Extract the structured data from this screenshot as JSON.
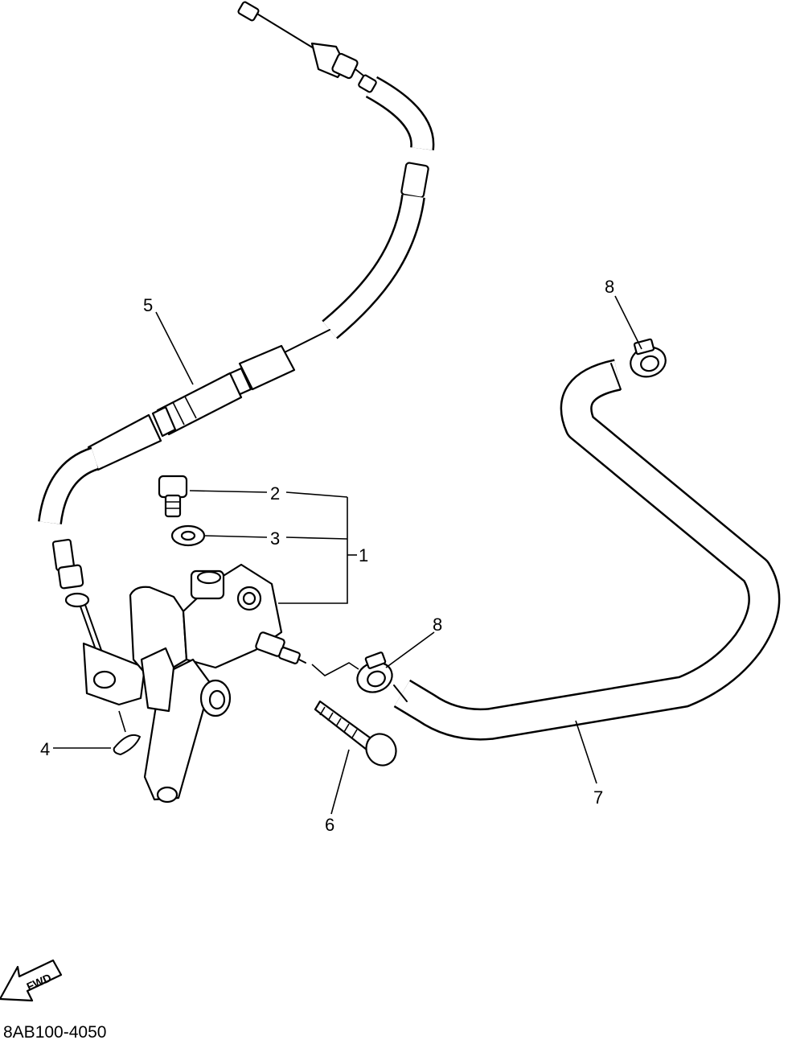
{
  "diagram_code": "8AB100-4050",
  "fwd_label": "FWD",
  "callouts": [
    {
      "id": "1",
      "label": "1"
    },
    {
      "id": "2",
      "label": "2"
    },
    {
      "id": "3",
      "label": "3"
    },
    {
      "id": "4",
      "label": "4"
    },
    {
      "id": "5",
      "label": "5"
    },
    {
      "id": "6",
      "label": "6"
    },
    {
      "id": "7",
      "label": "7"
    },
    {
      "id": "8a",
      "label": "8"
    },
    {
      "id": "8b",
      "label": "8"
    }
  ]
}
